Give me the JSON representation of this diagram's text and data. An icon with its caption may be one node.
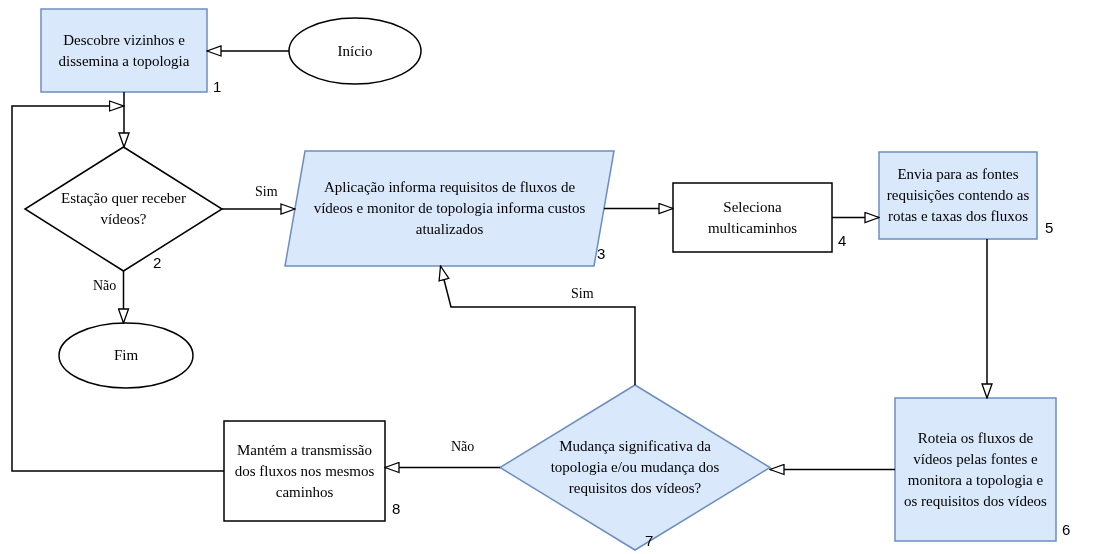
{
  "diagram": {
    "nodes": [
      {
        "text": [
          "Descobre vizinhos e dissemina a topologia"
        ],
        "beside": [
          "1"
        ]
      },
      {
        "text": [
          "Início"
        ]
      },
      {
        "text": [
          "Estação quer receber vídeos?"
        ],
        "beside": [
          "2"
        ]
      },
      {
        "text": [
          "Fim"
        ]
      },
      {
        "text": [
          "Aplicação informa requisitos de fluxos de vídeos e monitor de topologia informa custos atualizados"
        ],
        "beside": [
          "3"
        ]
      },
      {
        "text": [
          "Seleciona multicaminhos"
        ],
        "beside": [
          "4"
        ]
      },
      {
        "text": [
          "Envia para as fontes requisições contendo as rotas e taxas dos fluxos"
        ],
        "beside": [
          "5"
        ]
      },
      {
        "text": [
          "Roteia os fluxos de vídeos pelas fontes e monitora a topologia e os requisitos dos vídeos"
        ],
        "beside": [
          "6"
        ]
      },
      {
        "text": [
          "Mudança significativa da topologia e/ou mudança dos requisitos dos vídeos?"
        ],
        "beside": [
          "7"
        ]
      },
      {
        "text": [
          "Mantém a transmissão dos fluxos nos mesmos caminhos"
        ],
        "beside": [
          "8"
        ]
      }
    ],
    "edges": [
      {
        "from": 1,
        "to": 0,
        "arrow": "to"
      },
      {
        "from": 0,
        "to": 2,
        "arrow": "to"
      },
      {
        "from": 2,
        "to": 4,
        "arrow": "to",
        "label": "Sim"
      },
      {
        "from": 2,
        "to": 3,
        "arrow": "to",
        "label": "Não"
      },
      {
        "from": 4,
        "to": 5,
        "arrow": "to"
      },
      {
        "from": 5,
        "to": 6,
        "arrow": "to"
      },
      {
        "from": 6,
        "to": 7,
        "arrow": "to"
      },
      {
        "from": 7,
        "to": 8,
        "arrow": "to"
      },
      {
        "from": 8,
        "to": 4,
        "arrow": "to",
        "label": "Sim"
      },
      {
        "from": 8,
        "to": 9,
        "arrow": "to",
        "label": "Não"
      },
      {
        "from": 9,
        "to": 2,
        "arrow": "to"
      }
    ]
  }
}
